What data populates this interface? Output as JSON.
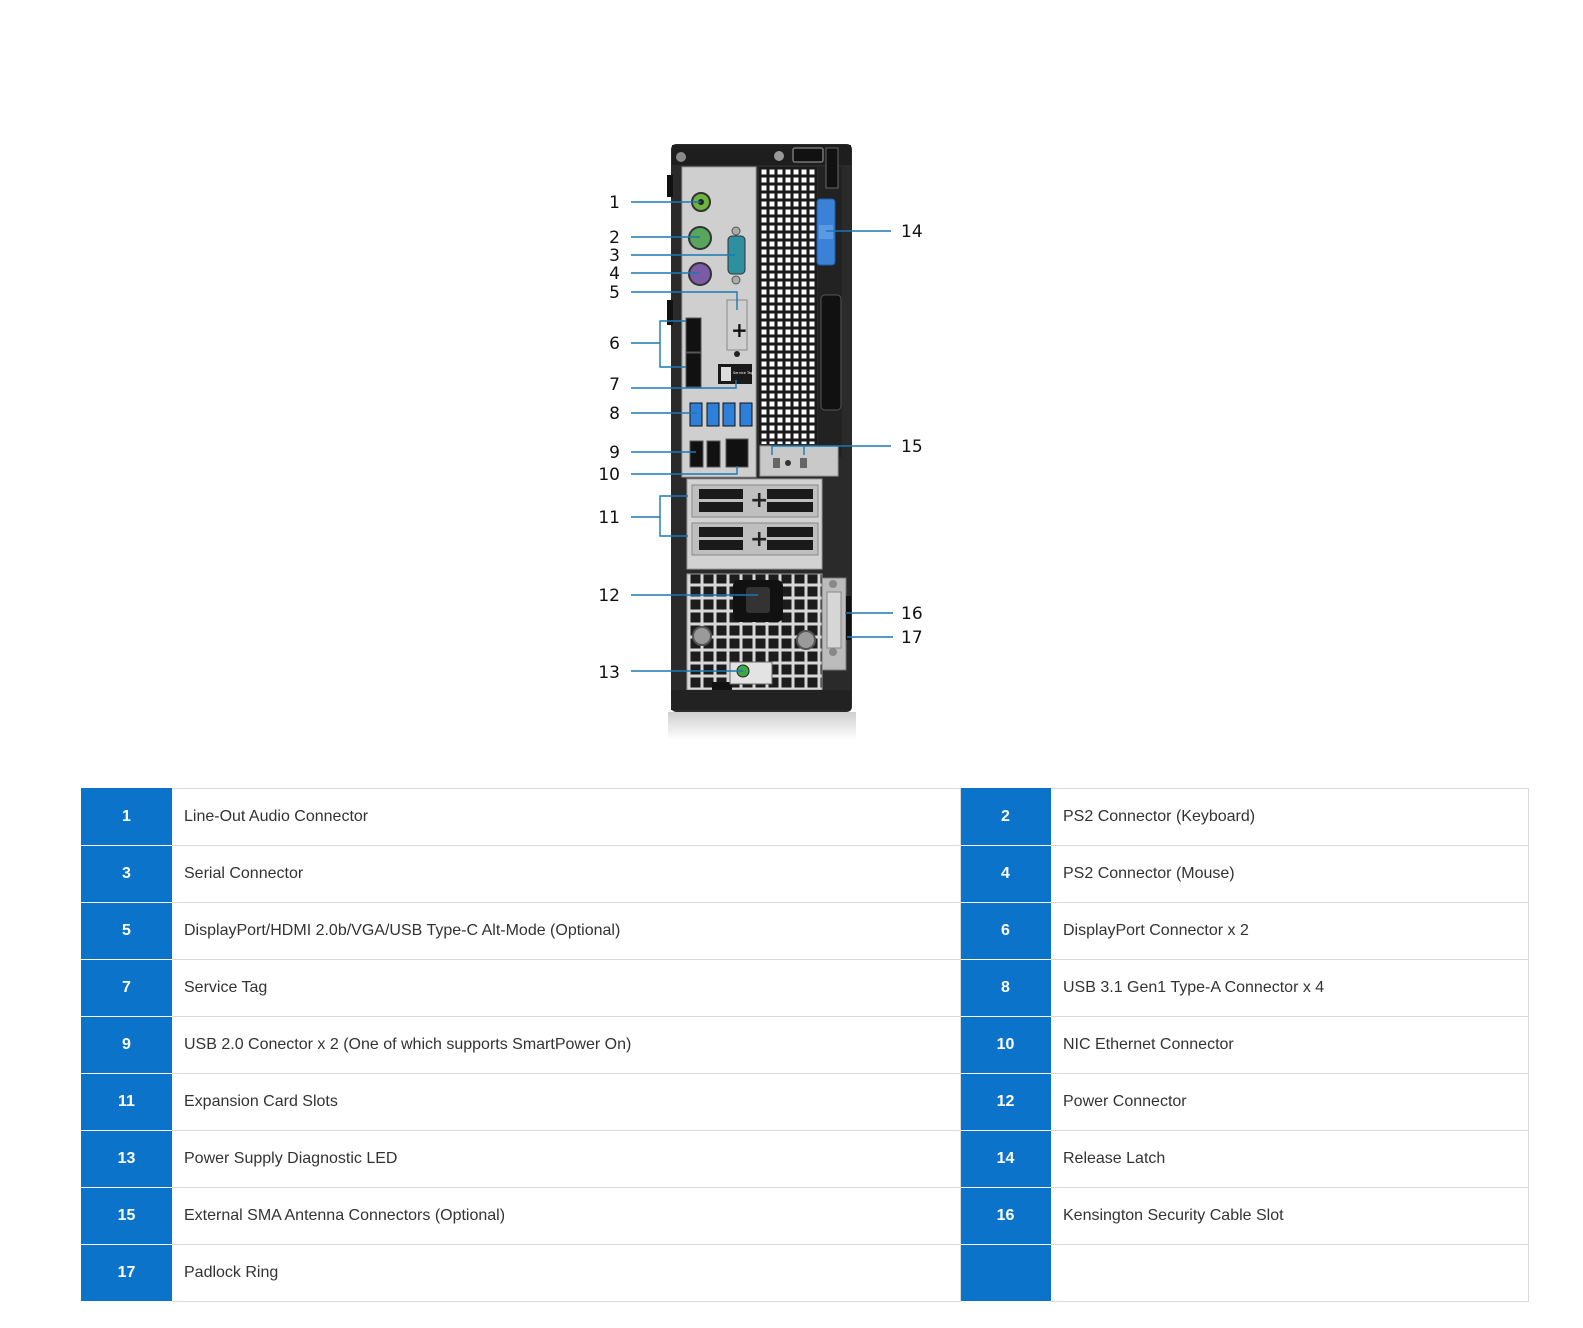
{
  "callouts": [
    {
      "n": "1"
    },
    {
      "n": "2"
    },
    {
      "n": "3"
    },
    {
      "n": "4"
    },
    {
      "n": "5"
    },
    {
      "n": "6"
    },
    {
      "n": "7"
    },
    {
      "n": "8"
    },
    {
      "n": "9"
    },
    {
      "n": "10"
    },
    {
      "n": "11"
    },
    {
      "n": "12"
    },
    {
      "n": "13"
    },
    {
      "n": "14"
    },
    {
      "n": "15"
    },
    {
      "n": "16"
    },
    {
      "n": "17"
    }
  ],
  "service_tag_text": "Service Tag",
  "colors": {
    "accent_blue": "#0b73c9",
    "leader_line": "#1a78b4",
    "audio_port": "#6db33f",
    "ps2_keyboard": "#58a55c",
    "ps2_mouse": "#7b5aa6",
    "serial_port": "#2e8fa0",
    "usb3": "#2e7fd8",
    "latch": "#3b82d6"
  },
  "legend": {
    "rows": [
      {
        "left": {
          "num": "1",
          "label": "Line-Out Audio Connector"
        },
        "right": {
          "num": "2",
          "label": "PS2 Connector (Keyboard)"
        }
      },
      {
        "left": {
          "num": "3",
          "label": "Serial Connector"
        },
        "right": {
          "num": "4",
          "label": "PS2 Connector (Mouse)"
        }
      },
      {
        "left": {
          "num": "5",
          "label": "DisplayPort/HDMI 2.0b/VGA/USB Type-C Alt-Mode (Optional)"
        },
        "right": {
          "num": "6",
          "label": "DisplayPort Connector x 2"
        }
      },
      {
        "left": {
          "num": "7",
          "label": "Service Tag"
        },
        "right": {
          "num": "8",
          "label": "USB 3.1 Gen1 Type-A Connector x 4"
        }
      },
      {
        "left": {
          "num": "9",
          "label": "USB 2.0 Conector x 2 (One of which supports SmartPower On)"
        },
        "right": {
          "num": "10",
          "label": "NIC Ethernet Connector"
        }
      },
      {
        "left": {
          "num": "11",
          "label": "Expansion Card Slots"
        },
        "right": {
          "num": "12",
          "label": "Power Connector"
        }
      },
      {
        "left": {
          "num": "13",
          "label": "Power Supply Diagnostic LED"
        },
        "right": {
          "num": "14",
          "label": "Release Latch"
        }
      },
      {
        "left": {
          "num": "15",
          "label": "External SMA Antenna Connectors (Optional)"
        },
        "right": {
          "num": "16",
          "label": "Kensington Security Cable Slot"
        }
      },
      {
        "left": {
          "num": "17",
          "label": "Padlock Ring"
        },
        "right": {
          "num": "",
          "label": ""
        }
      }
    ]
  }
}
